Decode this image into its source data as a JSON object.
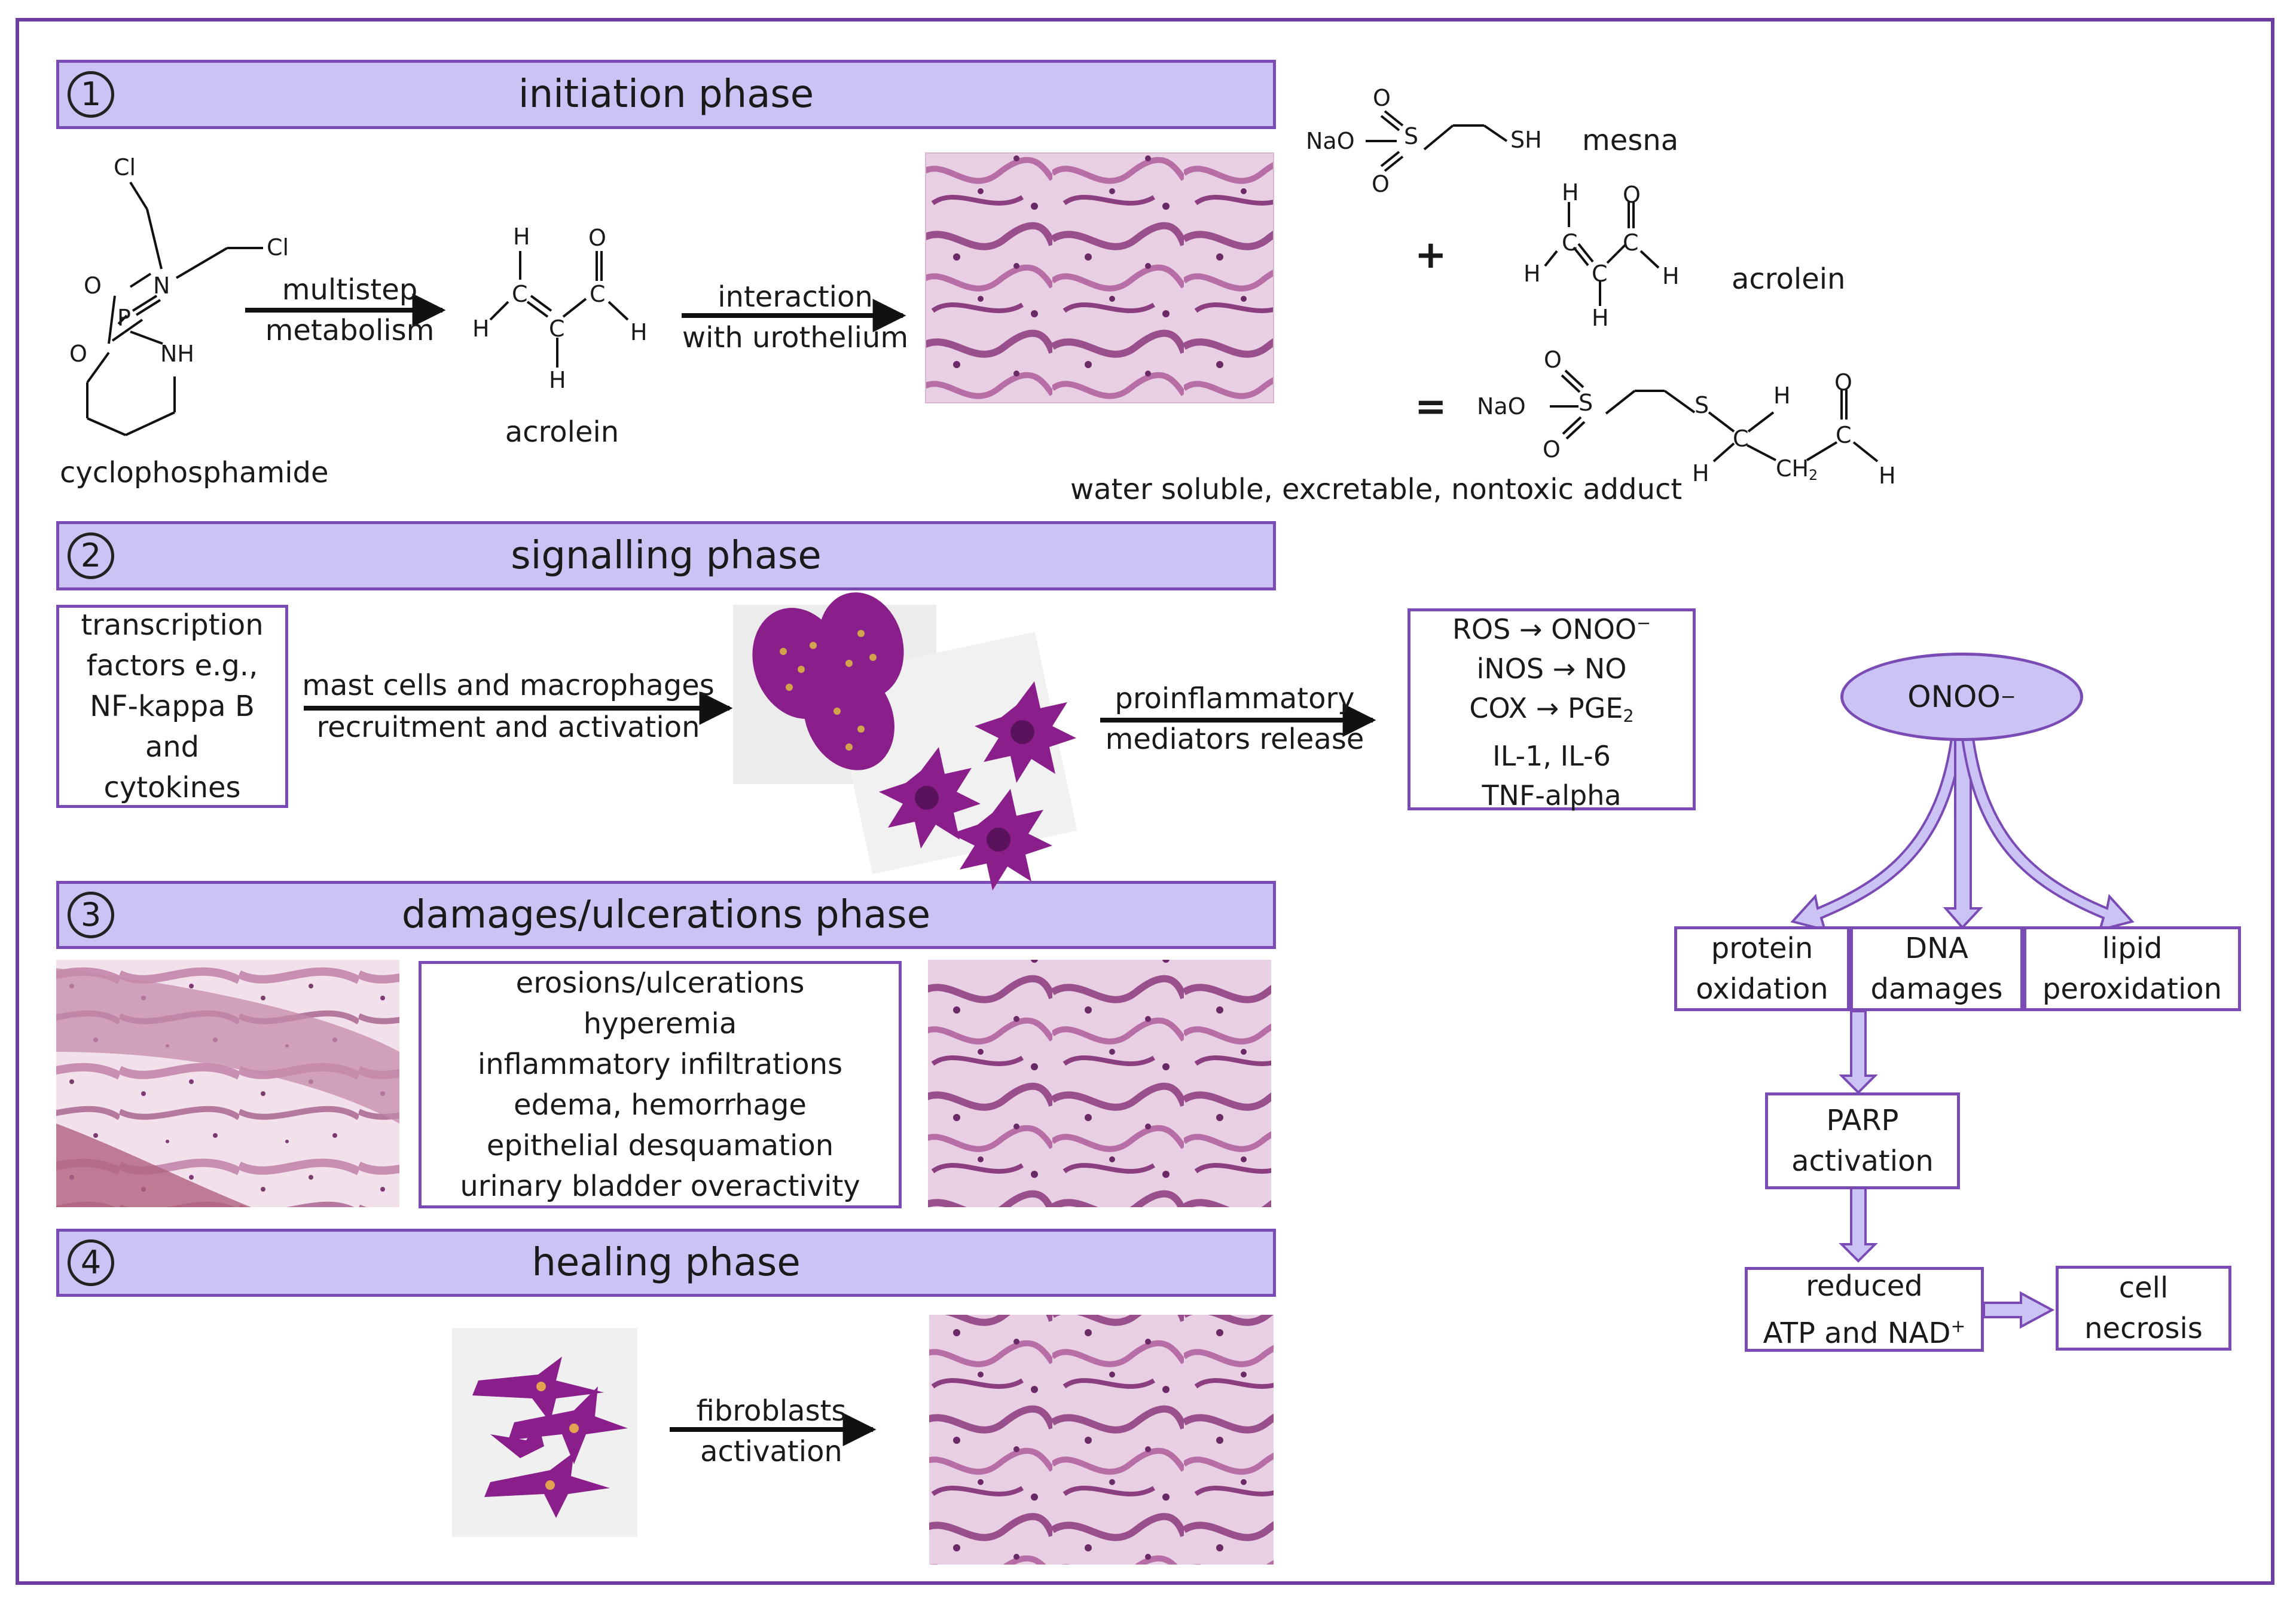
{
  "phases": [
    {
      "number": "1",
      "title": "initiation phase"
    },
    {
      "number": "2",
      "title": "signalling phase"
    },
    {
      "number": "3",
      "title": "damages/ulcerations phase"
    },
    {
      "number": "4",
      "title": "healing phase"
    }
  ],
  "initiation": {
    "cyclophosphamide": "cyclophosphamide",
    "arrow1_line1": "multistep",
    "arrow1_line2": "metabolism",
    "acrolein": "acrolein",
    "arrow2_line1": "interaction",
    "arrow2_line2": "with urothelium",
    "mesna": "mesna",
    "acrolein_right": "acrolein",
    "adduct": "water soluble, excretable, nontoxic adduct",
    "plus": "+",
    "equals": "=",
    "atoms": {
      "cl": "Cl",
      "n": "N",
      "o": "O",
      "p": "P",
      "nh": "NH",
      "h": "H",
      "c": "C",
      "nao": "NaO",
      "s": "S",
      "sh": "SH",
      "ch2": "CH"
    }
  },
  "signalling": {
    "transcription_lines": [
      "transcription",
      "factors e.g.,",
      "NF-kappa B",
      "and",
      "cytokines"
    ],
    "arrow1_line1": "mast cells and macrophages",
    "arrow1_line2": "recruitment and activation",
    "arrow2_line1": "proinflammatory",
    "arrow2_line2": "mediators release",
    "mediators": {
      "ros": "ROS",
      "onoo": "ONOO",
      "inos": "iNOS",
      "no": "NO",
      "cox": "COX",
      "pge": "PGE",
      "pge_sub": "2",
      "il": "IL-1, IL-6",
      "tnf": "TNF-alpha",
      "arrow": "→",
      "minus": "−"
    }
  },
  "damages": {
    "lines": [
      "erosions/ulcerations",
      "hyperemia",
      "inflammatory infiltrations",
      "edema, hemorrhage",
      "epithelial desquamation",
      "urinary bladder overactivity"
    ]
  },
  "healing": {
    "arrow_line1": "fibroblasts",
    "arrow_line2": "activation"
  },
  "pathway": {
    "onoo": "ONOO",
    "onoo_charge": "−",
    "protein": [
      "protein",
      "oxidation"
    ],
    "dna": [
      "DNA",
      "damages"
    ],
    "lipid": [
      "lipid",
      "peroxidation"
    ],
    "parp": [
      "PARP",
      "activation"
    ],
    "reduced_line1": "reduced",
    "reduced_line2": "ATP and NAD",
    "reduced_sup": "+",
    "necrosis": [
      "cell",
      "necrosis"
    ]
  },
  "colors": {
    "frame": "#6b3fa0",
    "bar_fill": "#cbc3f4",
    "bar_border": "#7a4bb5",
    "tissue": "#c9a0bf",
    "cell_purple": "#8a1f8c"
  }
}
